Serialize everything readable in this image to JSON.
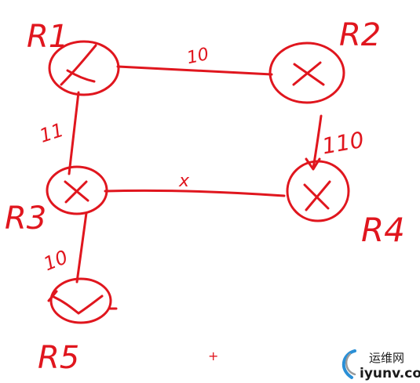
{
  "diagram": {
    "ink_color": "#e0161e",
    "routers": [
      {
        "id": "r1",
        "label": "R1"
      },
      {
        "id": "r2",
        "label": "R2"
      },
      {
        "id": "r3",
        "label": "R3"
      },
      {
        "id": "r4",
        "label": "R4"
      },
      {
        "id": "r5",
        "label": "R5"
      }
    ],
    "links": [
      {
        "id": "r1-r2",
        "from": "R1",
        "to": "R2",
        "cost": "10"
      },
      {
        "id": "r1-r3",
        "from": "R1",
        "to": "R3",
        "cost": "11"
      },
      {
        "id": "r2-r4",
        "from": "R2",
        "to": "R4",
        "cost": "110"
      },
      {
        "id": "r3-r4",
        "from": "R3",
        "to": "R4",
        "cost": "x"
      },
      {
        "id": "r3-r5",
        "from": "R3",
        "to": "R5",
        "cost": "10"
      }
    ],
    "cursor_mark": "+"
  },
  "watermark": {
    "cn_text": "运维网",
    "url_text": "iyunv.com",
    "colors": {
      "dark": "#1a1a1a",
      "blue": "#2a8fd6",
      "grey": "#9a9a9a"
    }
  }
}
